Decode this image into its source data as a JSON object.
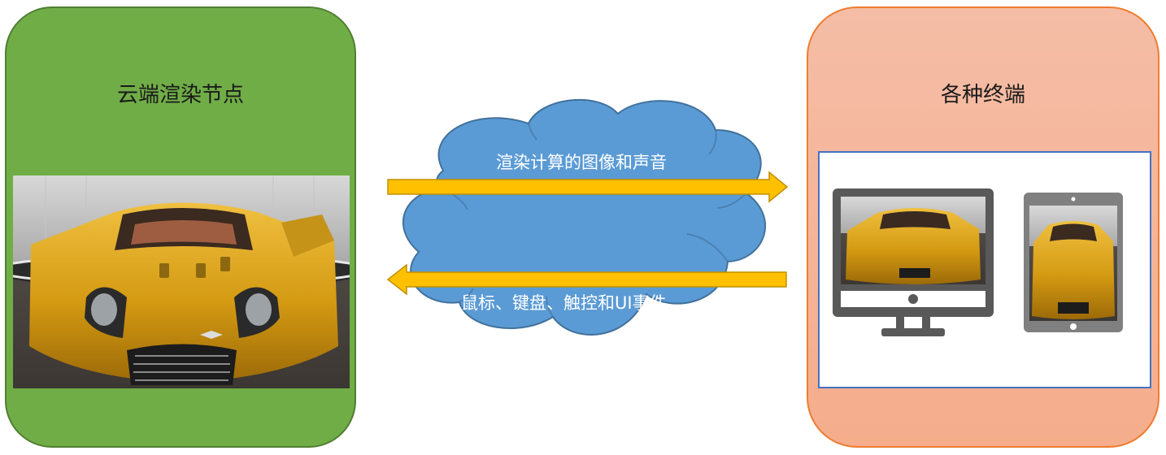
{
  "left_panel": {
    "title": "云端渲染节点"
  },
  "right_panel": {
    "title": "各种终端"
  },
  "cloud": {
    "top_label": "渲染计算的图像和声音",
    "bottom_label": "鼠标、键盘、触控和UI事件"
  },
  "colors": {
    "left_panel": "#70ad47",
    "right_panel": "#f5b59a",
    "cloud": "#5b9bd5",
    "arrow": "#ffc000",
    "device": "#595959"
  }
}
